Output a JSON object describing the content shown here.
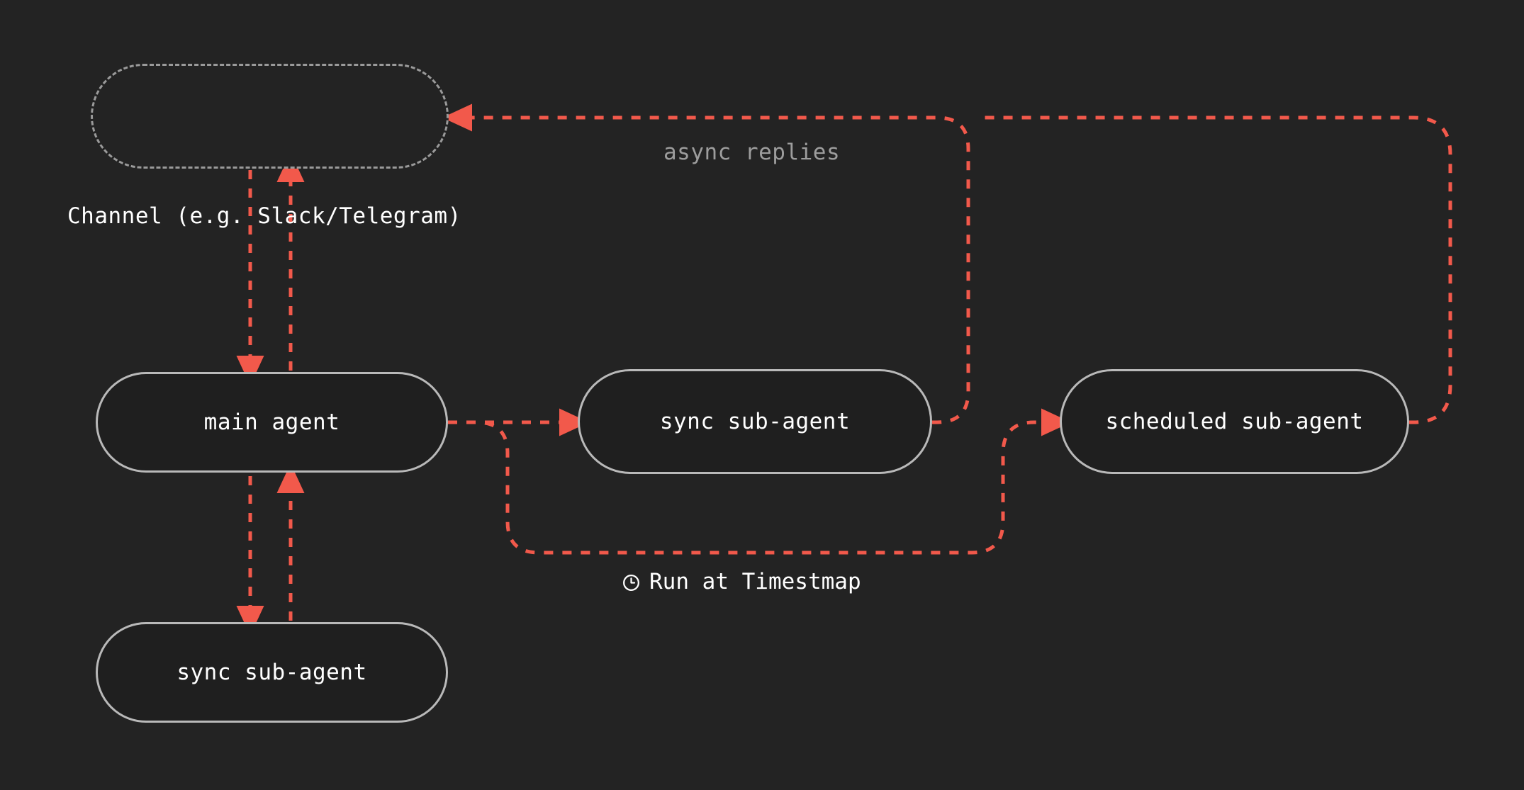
{
  "diagram": {
    "background_color": "#232323",
    "node_border_color": "#b9b9b9",
    "node_fill_color": "#1f1f1f",
    "node_text_color": "#ffffff",
    "edge_color": "#f2594b",
    "muted_text_color": "#9d9d9d",
    "nodes": [
      {
        "id": "channel",
        "label": "",
        "external_label": "Channel (e.g. Slack/Telegram)",
        "style": "dashed"
      },
      {
        "id": "main-agent",
        "label": "main agent",
        "style": "solid"
      },
      {
        "id": "sync-sub-agent-mid",
        "label": "sync sub-agent",
        "style": "solid"
      },
      {
        "id": "scheduled-sub-agent",
        "label": "scheduled sub-agent",
        "style": "solid"
      },
      {
        "id": "sync-sub-agent-bottom",
        "label": "sync sub-agent",
        "style": "solid"
      }
    ],
    "edge_labels": [
      {
        "id": "async-replies",
        "text": "async replies",
        "tone": "muted"
      },
      {
        "id": "run-at-timestmap",
        "text": "Run at Timestmap",
        "icon": "clock-icon",
        "tone": "normal"
      }
    ]
  }
}
